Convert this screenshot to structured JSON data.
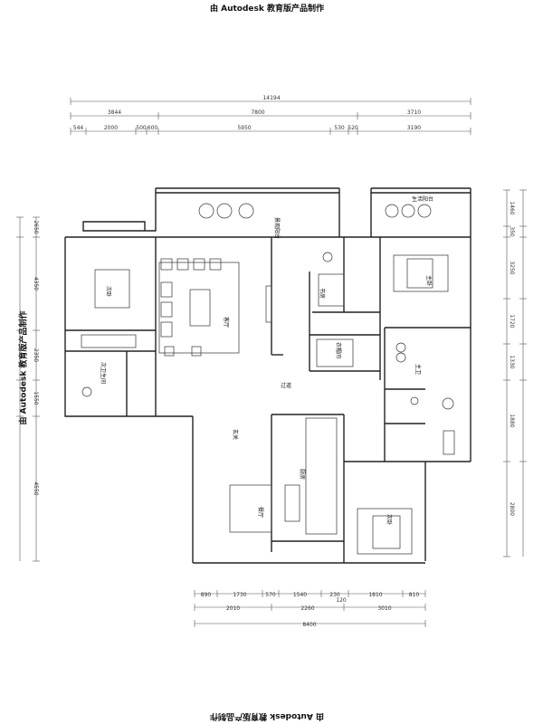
{
  "watermark": "由 Autodesk 教育版产品制作",
  "dims_top": {
    "overall": "14194",
    "row2": [
      "3844",
      "7800",
      "3710"
    ],
    "row3": [
      "544",
      "2000",
      "500",
      "600",
      "5950",
      "530",
      "520",
      "3190"
    ]
  },
  "dims_bottom": {
    "row1": [
      "890",
      "1730",
      "570",
      "1540",
      "230",
      "1810",
      "810"
    ],
    "extra": "120",
    "row2": [
      "2010",
      "2260",
      "3010"
    ],
    "overall": "8400"
  },
  "dims_left": [
    "2650",
    "4350",
    "2350",
    "1550",
    "4550"
  ],
  "dims_right": [
    "1460",
    "350",
    "3250",
    "1720",
    "1330",
    "1880",
    "2800"
  ],
  "rooms": {
    "balcony": "景观阳台",
    "balcony_right": "生活阳台",
    "living": "客厅",
    "study": "书房",
    "cloak": "衣帽间",
    "master": "主卧",
    "master_bath": "主卫",
    "second": "次卧",
    "second_bath": "次卫生间",
    "corridor": "过道",
    "entry": "玄关",
    "kitchen": "厨房",
    "dining": "餐厅",
    "bedroom3": "次卧"
  }
}
